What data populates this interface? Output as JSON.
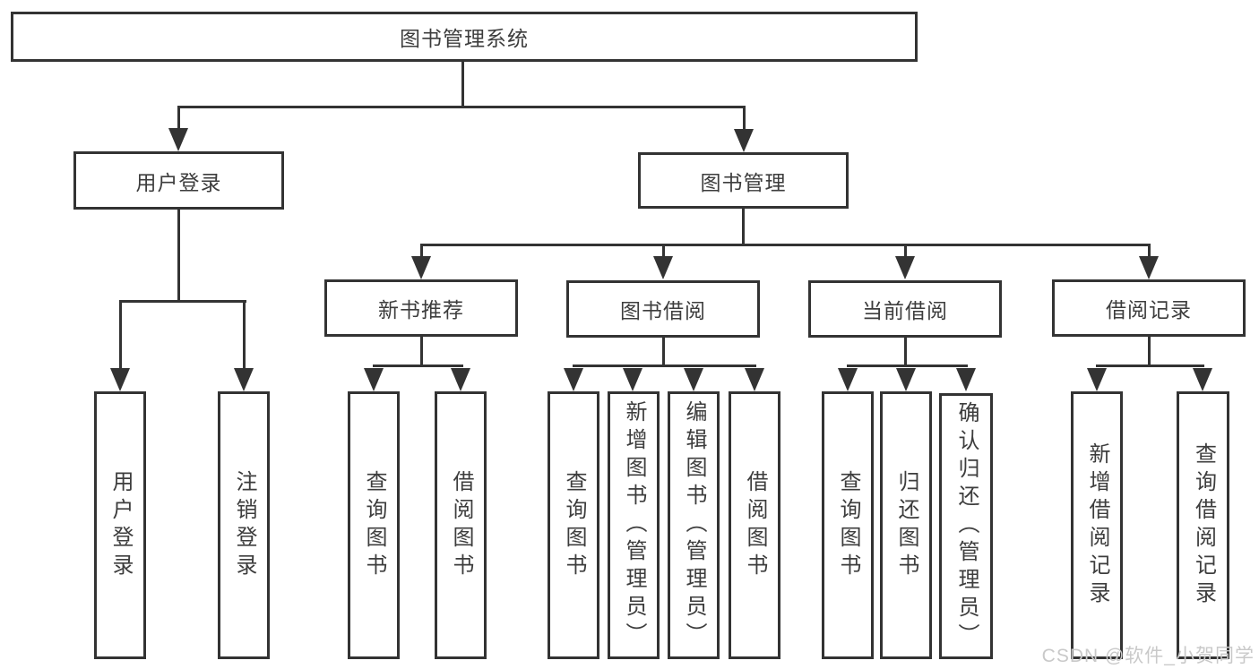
{
  "tree": {
    "label": "图书管理系统",
    "children": [
      {
        "label": "用户登录",
        "children": [
          {
            "label": "用户登录"
          },
          {
            "label": "注销登录"
          }
        ]
      },
      {
        "label": "图书管理",
        "children": [
          {
            "label": "新书推荐",
            "children": [
              {
                "label": "查询图书"
              },
              {
                "label": "借阅图书"
              }
            ]
          },
          {
            "label": "图书借阅",
            "children": [
              {
                "label": "查询图书"
              },
              {
                "label": "新增图书（管理员）"
              },
              {
                "label": "编辑图书（管理员）"
              },
              {
                "label": "借阅图书"
              }
            ]
          },
          {
            "label": "当前借阅",
            "children": [
              {
                "label": "查询图书"
              },
              {
                "label": "归还图书"
              },
              {
                "label": "确认归还（管理员）"
              }
            ]
          },
          {
            "label": "借阅记录",
            "children": [
              {
                "label": "新增借阅记录"
              },
              {
                "label": "查询借阅记录"
              }
            ]
          }
        ]
      }
    ]
  },
  "watermark": "CSDN @软件_小贺同学",
  "colors": {
    "line": "#333333",
    "text": "#3d3d3d",
    "watermark": "#c9c9c9",
    "background": "#ffffff"
  }
}
